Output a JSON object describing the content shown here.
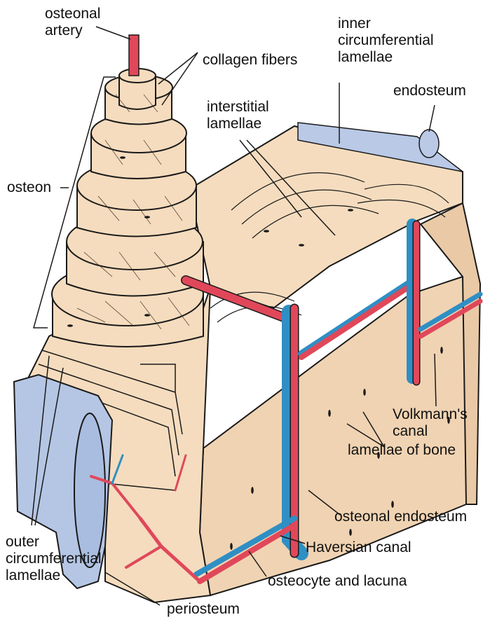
{
  "labels": {
    "osteonal_artery": [
      "osteonal",
      "artery"
    ],
    "collagen_fibers": [
      "collagen fibers"
    ],
    "inner_circumferential_lamellae": [
      "inner",
      "circumferential",
      "lamellae"
    ],
    "endosteum": [
      "endosteum"
    ],
    "interstitial_lamellae": [
      "interstitial",
      "lamellae"
    ],
    "osteon": [
      "osteon"
    ],
    "volkmanns_canal": [
      "Volkmann's",
      "canal"
    ],
    "lamellae_of_bone": [
      "lamellae of bone"
    ],
    "osteonal_endosteum": [
      "osteonal endosteum"
    ],
    "haversian_canal": [
      "Haversian canal"
    ],
    "outer_circumferential_lamellae": [
      "outer",
      "circumferential",
      "lamellae"
    ],
    "osteocyte_and_lacuna": [
      "osteocyte and lacuna"
    ],
    "periosteum": [
      "periosteum"
    ]
  },
  "colors": {
    "bone": "#f5dcbe",
    "bone_shadow": "#e9c9a6",
    "artery": "#e0485a",
    "vein": "#2f8fc4",
    "endosteum": "#b9c9e6",
    "periosteum": "#b5c6e4",
    "ink": "#1a1a1a"
  }
}
